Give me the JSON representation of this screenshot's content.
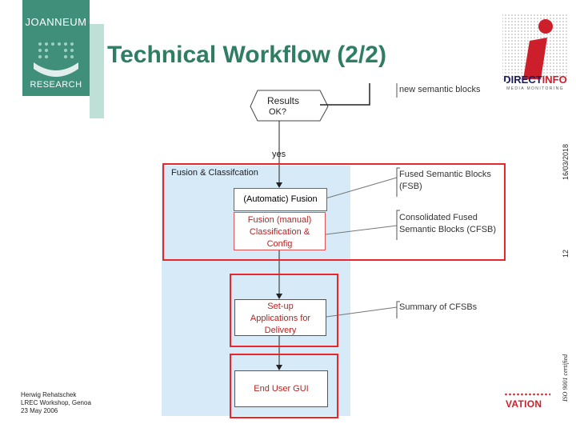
{
  "header": {
    "logo_left_name": "JOANNEUM",
    "logo_left_sub": "RESEARCH",
    "title": "Technical Workflow (2/2)",
    "logo_right_direct": "DIRECT",
    "logo_right_info": "INFO",
    "logo_right_tag": "MEDIA MONITORING"
  },
  "side": {
    "date": "16/03/2018",
    "page": "12",
    "iso": "ISO 9001 certified"
  },
  "footer": {
    "author": "Herwig Rehatschek",
    "event": "LREC Workshop, Genoa",
    "date": "23 May 2006",
    "brand_fragment": "VATION"
  },
  "diagram": {
    "decision_line1": "Results",
    "decision_line2": "OK?",
    "yes_label": "yes",
    "fusion_section_label": "Fusion & Classifcation",
    "auto_fusion_label": "(Automatic) Fusion",
    "manual_fusion_lines": [
      "Fusion (manual)",
      "Classification &",
      "Config"
    ],
    "setup_lines": [
      "Set-up",
      "Applications for",
      "Delivery"
    ],
    "end_user_label": "End User GUI",
    "notes": {
      "new_blocks": "new semantic blocks",
      "fused_blocks": [
        "Fused Semantic Blocks",
        "(FSB)"
      ],
      "consolidated_blocks": [
        "Consolidated Fused",
        "Semantic Blocks (CFSB)"
      ],
      "summary": "Summary of CFSBs"
    }
  },
  "colors": {
    "title": "#2e7d64",
    "highlight_frame": "#e8262c",
    "swimlane": "#d6eaf8",
    "brand_red": "#cc1f2b"
  }
}
